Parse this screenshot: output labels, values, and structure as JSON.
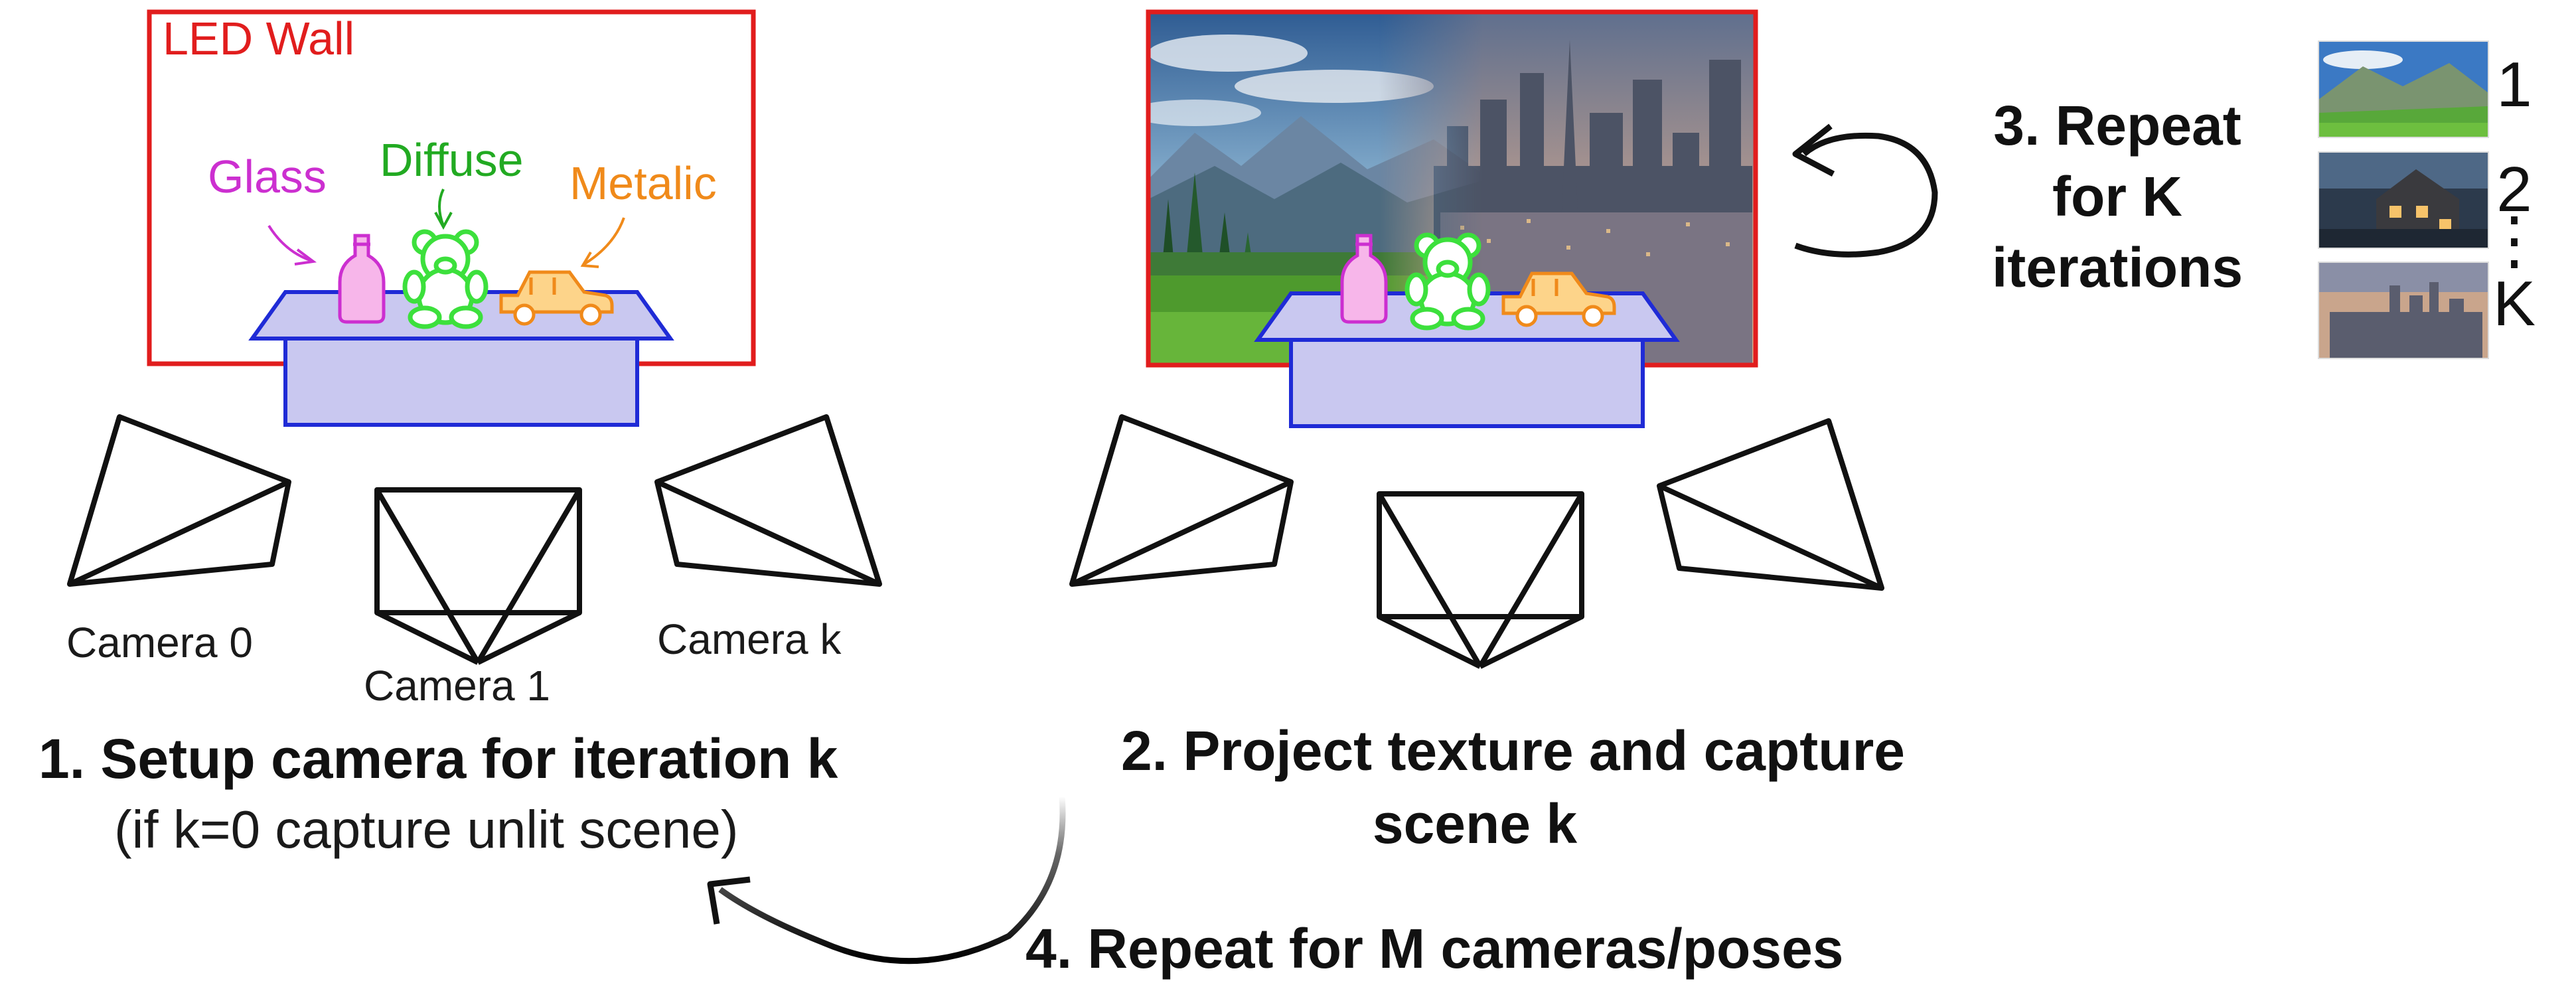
{
  "colors": {
    "wall": "#e11d1d",
    "glass": "#cc2fd0",
    "diffuse": "#22aa22",
    "metalic": "#f08a1a",
    "table_edge": "#1f2bd6",
    "table_fill": "#c9c8f0"
  },
  "left_panel": {
    "wall_label": "LED Wall",
    "glass_label": "Glass",
    "diffuse_label": "Diffuse",
    "metalic_label": "Metalic",
    "camera_labels": [
      "Camera 0",
      "Camera 1",
      "Camera k"
    ]
  },
  "steps": {
    "step1_title": "1. Setup camera for iteration k",
    "step1_note": "(if k=0 capture unlit scene)",
    "step2_line1": "2. Project texture and capture",
    "step2_line2": "scene k",
    "step3_line1": "3. Repeat",
    "step3_line2": "for K",
    "step3_line3": "iterations",
    "step4": "4. Repeat for M cameras/poses"
  },
  "thumbnails": [
    {
      "label": "1",
      "icon": "landscape-meadow-thumbnail"
    },
    {
      "label": "2",
      "icon": "night-house-thumbnail"
    },
    {
      "label": "K",
      "icon": "city-sunset-thumbnail"
    }
  ],
  "ellipsis": "⋮"
}
